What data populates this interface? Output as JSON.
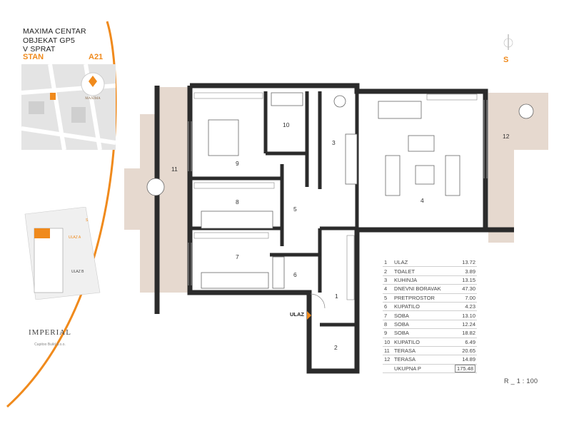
{
  "header": {
    "line1": "MAXIMA CENTAR",
    "line2": "OBJEKAT GP5",
    "line3": "V SPRAT",
    "stan": "STAN",
    "apartment": "A21"
  },
  "logo": {
    "name": "MAXIMA",
    "sub": "CENTAR"
  },
  "site_plan": {
    "entry_a": "ULAZ A",
    "entry_b": "ULAZ B",
    "north": "S"
  },
  "developer": {
    "name": "IMPERIAL",
    "sub": "Capitoo Build d.o.o."
  },
  "compass": {
    "label": "S"
  },
  "rooms": [
    {
      "number": "1",
      "name": "ULAZ",
      "area": "13.72"
    },
    {
      "number": "2",
      "name": "TOALET",
      "area": "3.89"
    },
    {
      "number": "3",
      "name": "KUHINJA",
      "area": "13.15"
    },
    {
      "number": "4",
      "name": "DNEVNI BORAVAK",
      "area": "47.30"
    },
    {
      "number": "5",
      "name": "PRETPROSTOR",
      "area": "7.00"
    },
    {
      "number": "6",
      "name": "KUPATILO",
      "area": "4.23"
    },
    {
      "number": "7",
      "name": "SOBA",
      "area": "13.10"
    },
    {
      "number": "8",
      "name": "SOBA",
      "area": "12.24"
    },
    {
      "number": "9",
      "name": "SOBA",
      "area": "18.82"
    },
    {
      "number": "10",
      "name": "KUPATILO",
      "area": "6.49"
    },
    {
      "number": "11",
      "name": "TERASA",
      "area": "20.65"
    },
    {
      "number": "12",
      "name": "TERASA",
      "area": "14.89"
    }
  ],
  "total": {
    "label": "UKUPNA P",
    "area": "175.48"
  },
  "entrance_label": "ULAZ",
  "scale": "R _ 1 : 100",
  "colors": {
    "accent": "#f08a1c",
    "wall": "#2b2b2b",
    "terrace": "#e6d9cf",
    "floor": "#ffffff"
  }
}
